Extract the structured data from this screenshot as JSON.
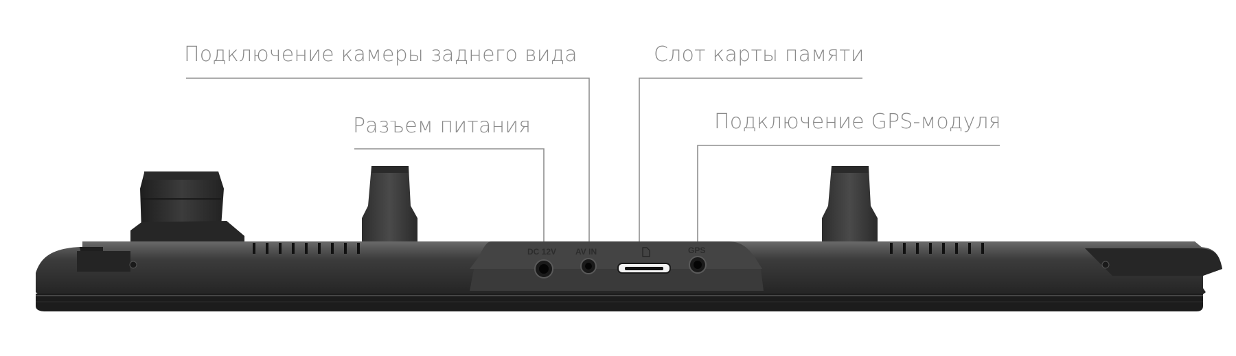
{
  "callouts": {
    "rear_camera": "Подключение камеры заднего вида",
    "memory_card": "Слот карты памяти",
    "power": "Разъем питания",
    "gps": "Подключение GPS-модуля"
  },
  "port_labels": {
    "dc": "DC 12V",
    "av": "AV IN",
    "gps": "GPS"
  },
  "colors": {
    "label_text": "#8a8a8a",
    "leader_line": "#8f8f8f",
    "device_body": "#3a3a3a"
  }
}
